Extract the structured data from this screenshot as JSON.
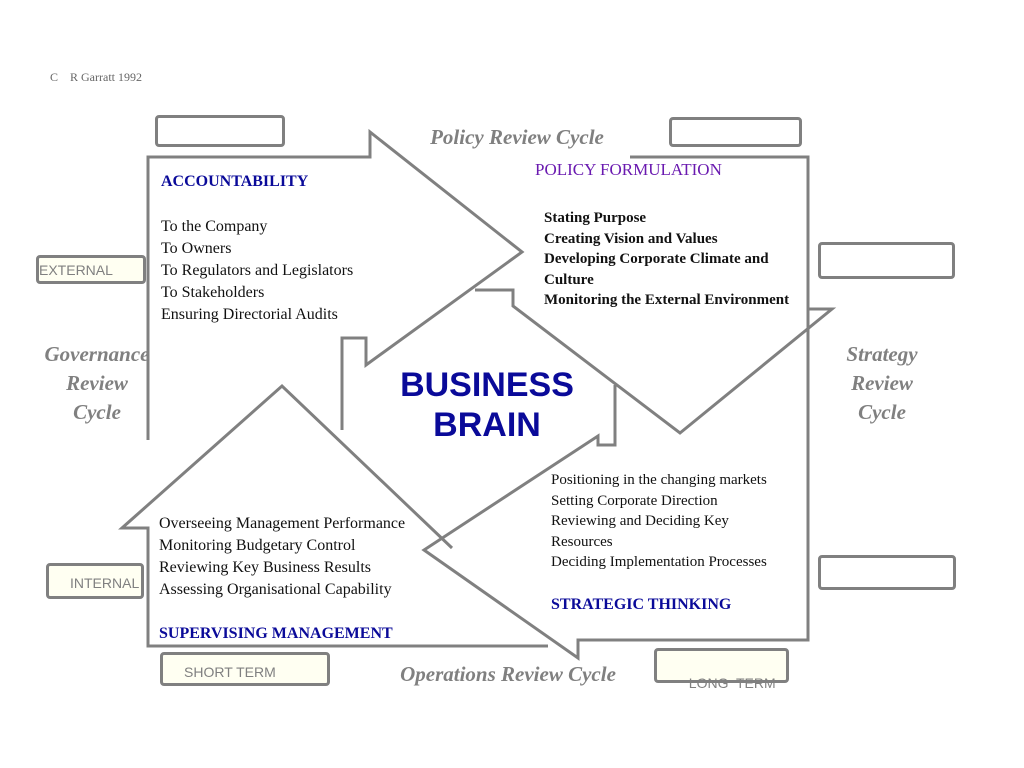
{
  "copyright": "C    R Garratt 1992",
  "cycles": {
    "policy": "Policy Review Cycle",
    "operations": "Operations Review Cycle",
    "governance": [
      "Governance",
      "Review",
      "Cycle"
    ],
    "strategy": [
      "Strategy",
      "Review",
      "Cycle"
    ]
  },
  "tags": {
    "external": "EXTERNAL",
    "internal": "INTERNAL",
    "short_term": "SHORT TERM",
    "long_term": "LONG  TERM"
  },
  "center": {
    "line1": "BUSINESS",
    "line2": "BRAIN"
  },
  "accountability": {
    "heading": "ACCOUNTABILITY",
    "items": [
      "To the Company",
      "To Owners",
      "To Regulators and Legislators",
      "To Stakeholders",
      "Ensuring Directorial Audits"
    ]
  },
  "policy_formulation": {
    "heading": "POLICY FORMULATION",
    "items": [
      "Stating Purpose",
      "Creating Vision and Values",
      "Developing Corporate Climate and",
      "Culture",
      "Monitoring the External Environment"
    ]
  },
  "strategic_thinking": {
    "heading": "STRATEGIC THINKING",
    "items": [
      "Positioning in the changing markets",
      "Setting Corporate Direction",
      "Reviewing and Deciding Key",
      "Resources",
      "Deciding Implementation Processes"
    ]
  },
  "supervising_management": {
    "heading": "SUPERVISING MANAGEMENT",
    "items": [
      "Overseeing Management Performance",
      "Monitoring Budgetary Control",
      "Reviewing Key Business Results",
      "Assessing Organisational Capability"
    ]
  },
  "colors": {
    "arrow_stroke": "#808080",
    "heading_blue": "#0a0a99",
    "heading_purple": "#6a1ab0",
    "cycle_title_gray": "#808080",
    "tag_fill": "#fffff2"
  }
}
